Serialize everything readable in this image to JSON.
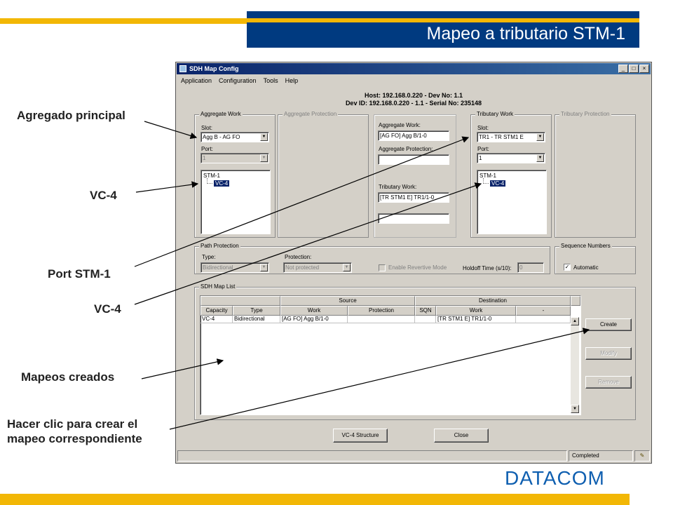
{
  "slide": {
    "title": "Mapeo a tributario STM-1",
    "logo": "DATACOM",
    "callouts": {
      "agregado": "Agregado principal",
      "vc4_a": "VC-4",
      "port": "Port STM-1",
      "vc4_b": "VC-4",
      "mapeos": "Mapeos creados",
      "crear_1": "Hacer clic para crear el",
      "crear_2": "mapeo correspondiente"
    }
  },
  "window": {
    "title": "SDH Map Config",
    "controls": {
      "minimize": "_",
      "maximize": "□",
      "close": "×"
    },
    "menu": [
      "Application",
      "Configuration",
      "Tools",
      "Help"
    ],
    "header": {
      "line1": "Host: 192.168.0.220 - Dev No: 1.1",
      "line2": "Dev ID: 192.168.0.220 - 1.1 - Serial No: 235148"
    },
    "aggregate_work": {
      "group": "Aggregate Work",
      "slot_label": "Slot:",
      "slot_value": "Agg B - AG FO",
      "port_label": "Port:",
      "port_value": "1",
      "tree_root": "STM-1",
      "tree_child": "VC-4"
    },
    "aggregate_protection": {
      "group": "Aggregate Protection"
    },
    "middle": {
      "agg_work_label": "Aggregate Work:",
      "agg_work_value": "[AG FO] Agg B/1-0",
      "agg_prot_label": "Aggregate Protection:",
      "agg_prot_value": "",
      "trib_work_label": "Tributary Work:",
      "trib_work_value": "[TR STM1 E] TR1/1-0",
      "trib_prot_value": ""
    },
    "tributary_work": {
      "group": "Tributary Work",
      "slot_label": "Slot:",
      "slot_value": "TR1 - TR STM1 E",
      "port_label": "Port:",
      "port_value": "1",
      "tree_root": "STM-1",
      "tree_child": "VC-4"
    },
    "tributary_protection": {
      "group": "Tributary Protection"
    },
    "path_protection": {
      "group": "Path Protection",
      "type_label": "Type:",
      "type_value": "Bidirectional",
      "protection_label": "Protection:",
      "protection_value": "Not protected",
      "revertive_label": "Enable Revertive Mode",
      "holdoff_label": "Holdoff Time (s/10):",
      "holdoff_value": "0"
    },
    "sequence_numbers": {
      "group": "Sequence Numbers",
      "automatic_label": "Automatic",
      "automatic_checked": "✓"
    },
    "map_list": {
      "group": "SDH Map List",
      "source_header": "Source",
      "destination_header": "Destination",
      "columns": [
        "Capacity",
        "Type",
        "Work",
        "Protection",
        "SQN",
        "Work",
        "-"
      ],
      "rows": [
        [
          "VC-4",
          "Bidirectional",
          "[AG FO] Agg B/1-0",
          "",
          "",
          "[TR STM1 E] TR1/1-0",
          ""
        ]
      ],
      "scroll_up": "▲",
      "scroll_down": "▼"
    },
    "side_buttons": {
      "create": "Create",
      "modify": "Modify",
      "remove": "Remove"
    },
    "bottom_buttons": {
      "vc4_structure": "VC-4 Structure",
      "close": "Close"
    },
    "status": {
      "text": "Completed",
      "icon": "✎"
    }
  },
  "colors": {
    "title_bg": "#003a80",
    "accent_bar": "#f2b705",
    "window_face": "#d4d0c8",
    "titlebar": "#0a246a",
    "selection": "#0a246a",
    "logo": "#0f5fb0"
  }
}
